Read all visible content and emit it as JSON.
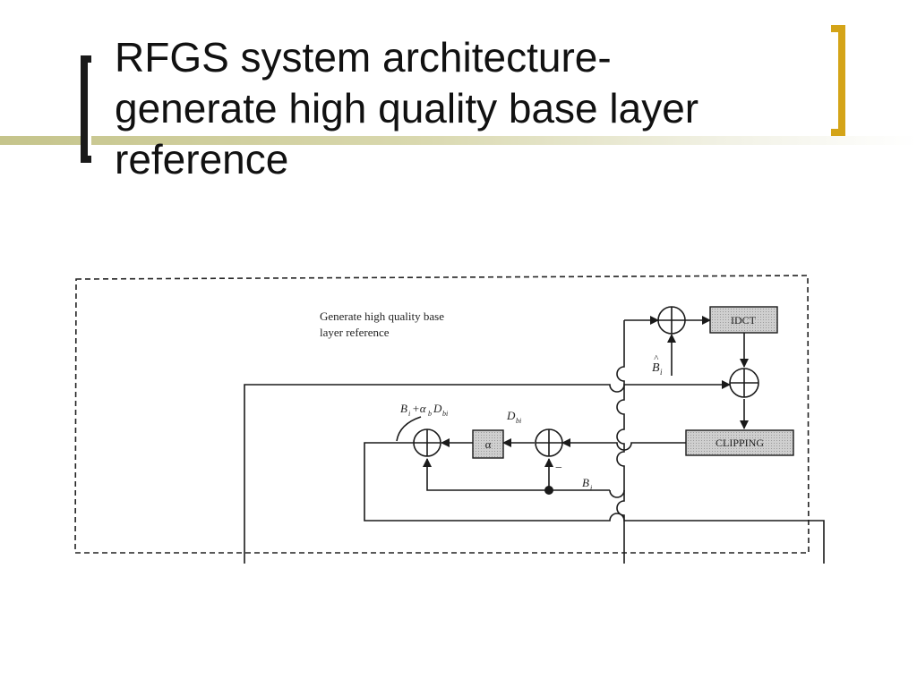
{
  "slide": {
    "title": "RFGS system architecture-\ngenerate high quality base layer\nreference"
  },
  "diagram": {
    "region_label_line1": "Generate high quality base",
    "region_label_line2": "layer reference",
    "blocks": {
      "idct": "IDCT",
      "clipping": "CLIPPING",
      "alpha": "α"
    },
    "signals": {
      "b_hat_base": "B",
      "b_hat_accent": "^",
      "b_hat_sub": "i",
      "sum_main": "B",
      "sum_sub1": "i",
      "sum_plus": "+α",
      "sum_sub2": "b",
      "sum_d": "D",
      "sum_sub3": "bi",
      "d_base": "D",
      "d_sub": "bi",
      "bi_base": "B",
      "bi_sub": "i",
      "minus_sign": "−"
    },
    "colors": {
      "block_fill": "#c8c8c8",
      "line": "#1a1a1a"
    }
  }
}
